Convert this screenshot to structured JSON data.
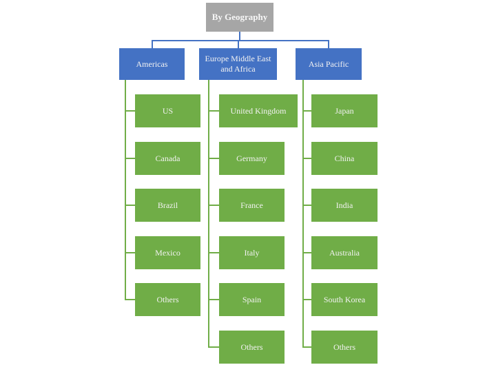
{
  "diagram": {
    "title": "By Geography",
    "root": {
      "label": "By Geography"
    },
    "branches": [
      {
        "label": "Americas",
        "children": [
          "US",
          "Canada",
          "Brazil",
          "Mexico",
          "Others"
        ]
      },
      {
        "label": "Europe Middle East and Africa",
        "children": [
          "United Kingdom",
          "Germany",
          "France",
          "Italy",
          "Spain",
          "Others"
        ]
      },
      {
        "label": "Asia Pacific",
        "children": [
          "Japan",
          "China",
          "India",
          "Australia",
          "South Korea",
          "Others"
        ]
      }
    ],
    "colors": {
      "root_fill": "#A6A6A6",
      "branch_fill": "#4472C4",
      "leaf_fill": "#70AD47",
      "blue_connector": "#4472C4",
      "green_connector": "#70AD47",
      "label_text": "#F2F2F2",
      "background": "#FFFFFF"
    }
  }
}
